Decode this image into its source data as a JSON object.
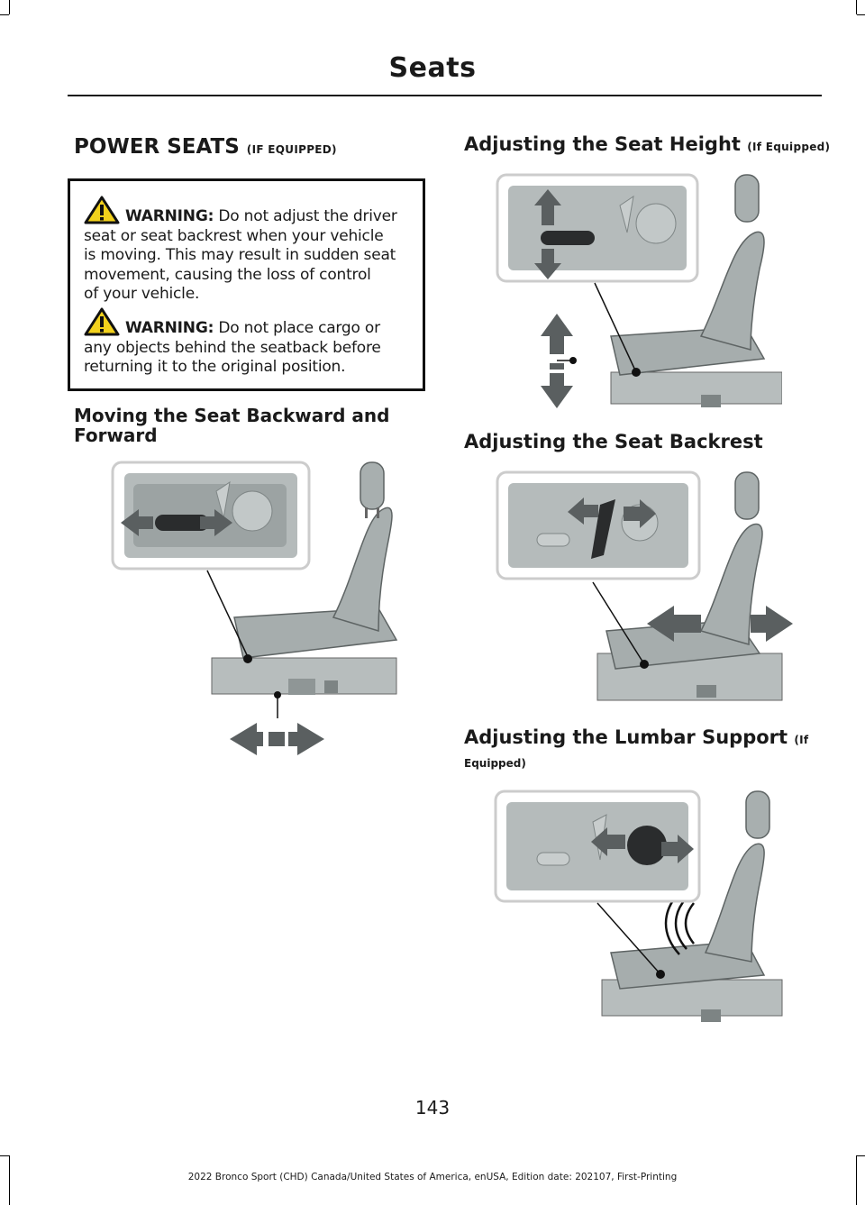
{
  "page": {
    "header": "Seats",
    "page_number": "143",
    "footer": "2022 Bronco Sport (CHD) Canada/United States of America, enUSA, Edition date: 202107, First-Printing"
  },
  "left": {
    "heading": "POWER SEATS",
    "heading_suffix": "(IF EQUIPPED)",
    "warnings": [
      {
        "label": "WARNING:",
        "lines": [
          "Do not adjust the driver",
          "seat or seat backrest when your vehicle",
          "is moving. This may result in sudden seat",
          "movement, causing the loss of control",
          "of your vehicle."
        ]
      },
      {
        "label": "WARNING:",
        "lines": [
          "Do not place cargo or",
          "any objects behind the seatback before",
          "returning it to the original position."
        ]
      }
    ],
    "subheading_lines": [
      "Moving the Seat Backward and",
      "Forward"
    ]
  },
  "right": {
    "sections": [
      {
        "title": "Adjusting the Seat Height",
        "suffix": "(If Equipped)"
      },
      {
        "title": "Adjusting the Seat Backrest",
        "suffix": ""
      },
      {
        "title": "Adjusting the Lumbar Support",
        "suffix": "(If",
        "suffix_line2": "Equipped)"
      }
    ]
  },
  "colors": {
    "text": "#1a1a1a",
    "seat": "#a9b0b0",
    "arrow": "#5a5f60",
    "warning_yellow": "#f2d11c"
  }
}
